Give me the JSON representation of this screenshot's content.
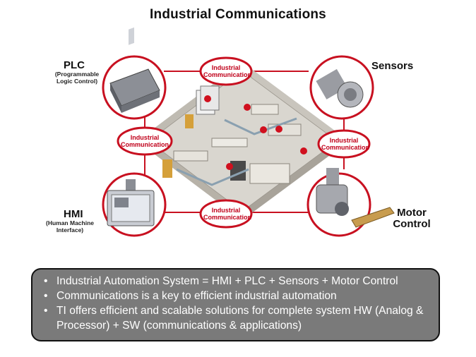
{
  "title": "Industrial Communications",
  "nodes": {
    "plc": {
      "label": "PLC",
      "sublabel": "(Programmable Logic Control)"
    },
    "sensors": {
      "label": "Sensors"
    },
    "hmi": {
      "label": "HMI",
      "sublabel": "(Human Machine Interface)"
    },
    "motor": {
      "label": "Motor Control"
    }
  },
  "comm_label": "Industrial Communication",
  "bullets": [
    "Industrial Automation System = HMI + PLC + Sensors + Motor Control",
    "Communications is a key to efficient industrial automation",
    "TI offers efficient and scalable solutions for complete system HW (Analog & Processor) + SW (communications & applications)"
  ],
  "colors": {
    "accent_red": "#c0001a",
    "box_bg": "#7a7a7a",
    "box_text": "#ffffff"
  }
}
